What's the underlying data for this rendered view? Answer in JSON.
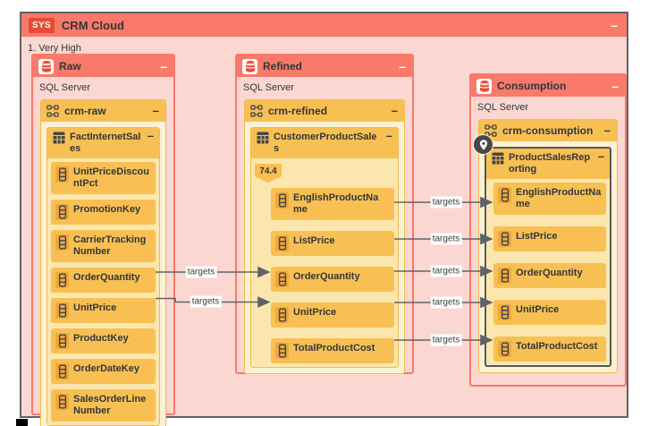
{
  "window": {
    "system_badge": "SYS",
    "title": "CRM Cloud",
    "note": "1. Very High",
    "minimize_label": "–"
  },
  "colors": {
    "header_salmon": "#F9796B",
    "system_red": "#E84B34",
    "panel_pink": "#FBD7D1",
    "amber": "#F8C053",
    "amber_dark": "#EFA83D",
    "cream": "#FCF2D3",
    "table_body": "#FBE7AE",
    "text_dark": "#33363A",
    "edge_gray": "#5F6368",
    "selected_border": "#55585D"
  },
  "databases": [
    {
      "name": "Raw",
      "type": "SQL Server",
      "minimize_label": "–",
      "icon": "database-icon",
      "schema": {
        "name": "crm-raw",
        "minimize_label": "–",
        "icon": "schema-icon",
        "table": {
          "name": "FactInternetSales",
          "minimize_label": "–",
          "icon": "table-icon",
          "selected": false,
          "fields": [
            "UnitPriceDiscountPct",
            "PromotionKey",
            "CarrierTrackingNumber",
            "OrderQuantity",
            "UnitPrice",
            "ProductKey",
            "OrderDateKey",
            "SalesOrderLineNumber"
          ]
        }
      }
    },
    {
      "name": "Refined",
      "type": "SQL Server",
      "minimize_label": "–",
      "icon": "database-icon",
      "schema": {
        "name": "crm-refined",
        "minimize_label": "–",
        "icon": "schema-icon",
        "table": {
          "name": "CustomerProductSales",
          "minimize_label": "–",
          "icon": "table-icon",
          "badge": "74.4",
          "selected": false,
          "fields": [
            "EnglishProductName",
            "ListPrice",
            "OrderQuantity",
            "UnitPrice",
            "TotalProductCost"
          ]
        }
      }
    },
    {
      "name": "Consumption",
      "type": "SQL Server",
      "minimize_label": "–",
      "icon": "database-icon",
      "schema": {
        "name": "crm-consumption",
        "minimize_label": "–",
        "icon": "schema-icon",
        "table": {
          "name": "ProductSalesReporting",
          "minimize_label": "–",
          "icon": "table-icon",
          "selected": true,
          "pin": "location-pin-icon",
          "fields": [
            "EnglishProductName",
            "ListPrice",
            "OrderQuantity",
            "UnitPrice",
            "TotalProductCost"
          ]
        }
      }
    }
  ],
  "edges": [
    {
      "label": "targets",
      "from": "Raw.FactInternetSales.OrderQuantity",
      "to": "Refined.CustomerProductSales.OrderQuantity"
    },
    {
      "label": "targets",
      "from": "Raw.FactInternetSales.UnitPrice",
      "to": "Refined.CustomerProductSales.UnitPrice"
    },
    {
      "label": "targets",
      "from": "Refined.CustomerProductSales.EnglishProductName",
      "to": "Consumption.ProductSalesReporting.EnglishProductName"
    },
    {
      "label": "targets",
      "from": "Refined.CustomerProductSales.ListPrice",
      "to": "Consumption.ProductSalesReporting.ListPrice"
    },
    {
      "label": "targets",
      "from": "Refined.CustomerProductSales.OrderQuantity",
      "to": "Consumption.ProductSalesReporting.OrderQuantity"
    },
    {
      "label": "targets",
      "from": "Refined.CustomerProductSales.UnitPrice",
      "to": "Consumption.ProductSalesReporting.UnitPrice"
    },
    {
      "label": "targets",
      "from": "Refined.CustomerProductSales.TotalProductCost",
      "to": "Consumption.ProductSalesReporting.TotalProductCost"
    }
  ]
}
